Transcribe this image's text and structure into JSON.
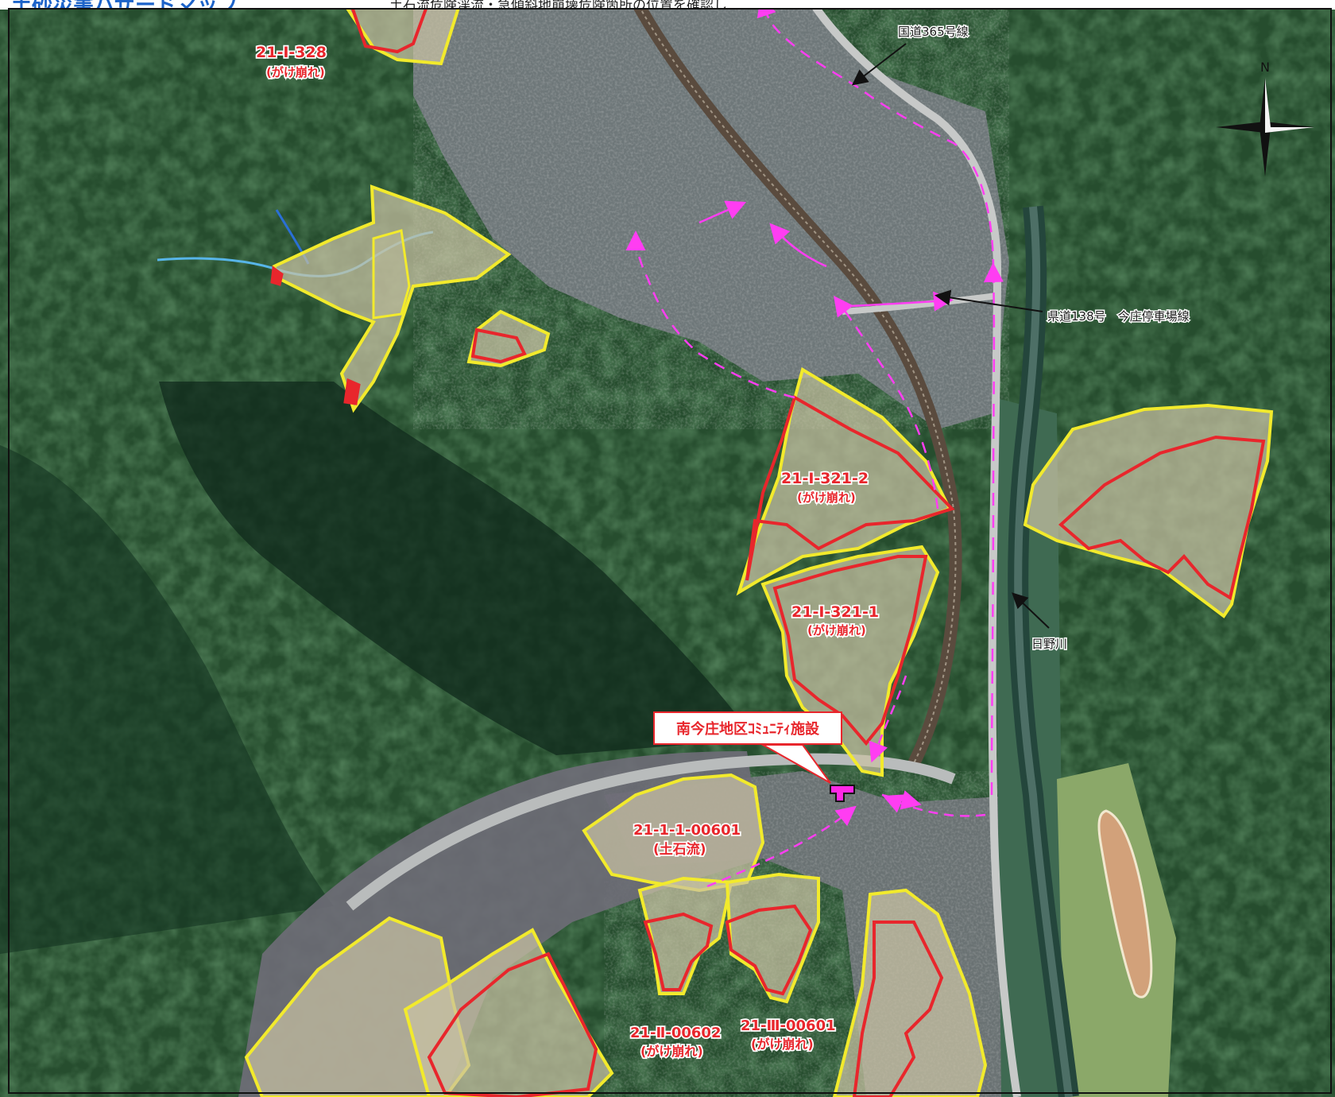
{
  "header": {
    "title": "土砂災害ハザードマップ",
    "description": "土石流危険渓流・急傾斜地崩壊危険箇所の位置を確認し"
  },
  "colors": {
    "zone_outline_yellow": "#f2ea2c",
    "zone_outline_red": "#e8262c",
    "evacuation_route": "#ff3df2",
    "facility_marker": "#ff28e6",
    "river": "#57b5e8"
  },
  "zones": [
    {
      "id": "zone-21-i-328",
      "code": "21-Ⅰ-328",
      "type": "(がけ崩れ)"
    },
    {
      "id": "zone-21-i-321-2",
      "code": "21-Ⅰ-321-2",
      "type": "(がけ崩れ)"
    },
    {
      "id": "zone-21-i-321-1",
      "code": "21-Ⅰ-321-1",
      "type": "(がけ崩れ)"
    },
    {
      "id": "zone-21-1-1-00601",
      "code": "21-1-1-00601",
      "type": "(土石流)"
    },
    {
      "id": "zone-21-ii-00602",
      "code": "21-Ⅱ-00602",
      "type": "(がけ崩れ)"
    },
    {
      "id": "zone-21-iii-00601",
      "code": "21-Ⅲ-00601",
      "type": "(がけ崩れ)"
    }
  ],
  "roads": {
    "route365": "国道365号線",
    "pref138": "県道138号　今庄停車場線",
    "river": "日野川"
  },
  "facility": {
    "name": "南今庄地区ｺﾐｭﾆﾃｨ施設"
  },
  "compass": {
    "north": "N"
  }
}
